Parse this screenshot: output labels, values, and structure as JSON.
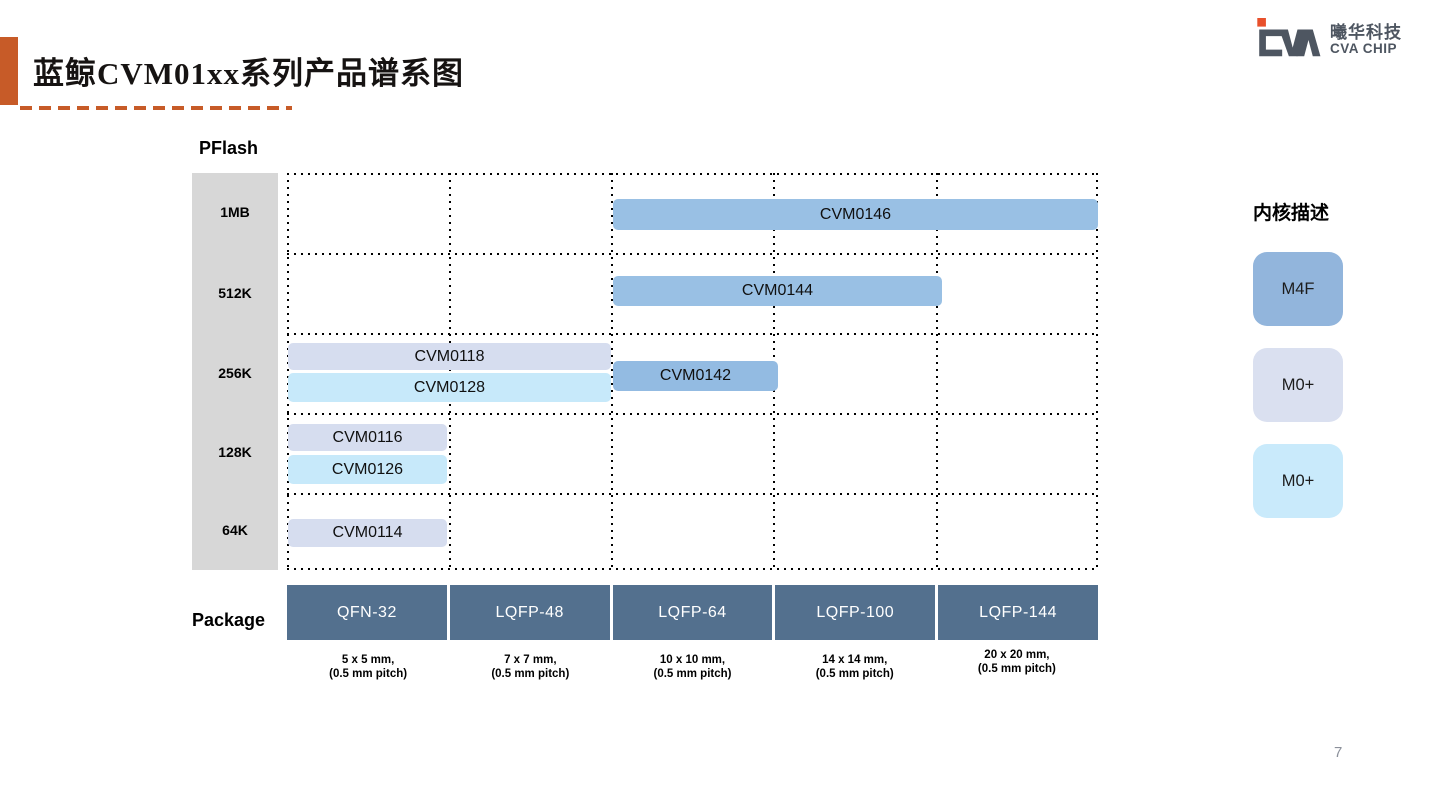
{
  "header": {
    "title": "蓝鲸CVM01xx系列产品谱系图",
    "logo_cn": "曦华科技",
    "logo_en": "CVA CHIP"
  },
  "axes": {
    "y_title": "PFlash",
    "x_title": "Package",
    "flash_levels": [
      "1MB",
      "512K",
      "256K",
      "128K",
      "64K"
    ]
  },
  "products": [
    {
      "name": "CVM0146",
      "core": "M4F",
      "flash": "1MB",
      "packages": [
        "LQFP-64",
        "LQFP-100",
        "LQFP-144"
      ],
      "color": "#99C0E4"
    },
    {
      "name": "CVM0144",
      "core": "M4F",
      "flash": "512K",
      "packages": [
        "LQFP-64",
        "LQFP-100"
      ],
      "color": "#99C0E4"
    },
    {
      "name": "CVM0118",
      "core": "M0+",
      "flash": "256K",
      "packages": [
        "QFN-32",
        "LQFP-48"
      ],
      "color": "#D6DDEF"
    },
    {
      "name": "CVM0128",
      "core": "M0+",
      "flash": "256K",
      "packages": [
        "QFN-32",
        "LQFP-48"
      ],
      "color": "#C7E9FA"
    },
    {
      "name": "CVM0142",
      "core": "M4F",
      "flash": "256K",
      "packages": [
        "LQFP-64"
      ],
      "color": "#93BBE2"
    },
    {
      "name": "CVM0116",
      "core": "M0+",
      "flash": "128K",
      "packages": [
        "QFN-32"
      ],
      "color": "#D6DDEF"
    },
    {
      "name": "CVM0126",
      "core": "M0+",
      "flash": "128K",
      "packages": [
        "QFN-32"
      ],
      "color": "#C7E9FA"
    },
    {
      "name": "CVM0114",
      "core": "M0+",
      "flash": "64K",
      "packages": [
        "QFN-32"
      ],
      "color": "#D6DDEF"
    }
  ],
  "packages": [
    {
      "name": "QFN-32",
      "size": "5 x 5 mm,",
      "pitch": "(0.5 mm pitch)"
    },
    {
      "name": "LQFP-48",
      "size": "7 x 7 mm,",
      "pitch": "(0.5 mm pitch)"
    },
    {
      "name": "LQFP-64",
      "size": "10 x 10 mm,",
      "pitch": "(0.5 mm pitch)"
    },
    {
      "name": "LQFP-100",
      "size": "14 x 14 mm,",
      "pitch": "(0.5 mm pitch)"
    },
    {
      "name": "LQFP-144",
      "size": "20 x 20 mm,",
      "pitch": "(0.5 mm pitch)"
    }
  ],
  "legend": {
    "title": "内核描述",
    "items": [
      {
        "label": "M4F",
        "color": "#92B5DC"
      },
      {
        "label": "M0+",
        "color": "#DAE0F0"
      },
      {
        "label": "M0+",
        "color": "#C9EAFB"
      }
    ]
  },
  "footer": {
    "page_number": "7"
  },
  "colors": {
    "accent_orange": "#C75B28",
    "package_slate": "#53708E",
    "flash_band_gray": "#D7D7D7"
  },
  "chart_data": {
    "type": "table",
    "title": "蓝鲸CVM01xx系列产品谱系图",
    "x_categories": [
      "QFN-32",
      "LQFP-48",
      "LQFP-64",
      "LQFP-100",
      "LQFP-144"
    ],
    "y_categories": [
      "1MB",
      "512K",
      "256K",
      "128K",
      "64K"
    ],
    "series": [
      {
        "name": "CVM0146",
        "core": "M4F",
        "y": "1MB",
        "x_span": [
          "LQFP-64",
          "LQFP-144"
        ]
      },
      {
        "name": "CVM0144",
        "core": "M4F",
        "y": "512K",
        "x_span": [
          "LQFP-64",
          "LQFP-100"
        ]
      },
      {
        "name": "CVM0118",
        "core": "M0+",
        "y": "256K",
        "x_span": [
          "QFN-32",
          "LQFP-48"
        ]
      },
      {
        "name": "CVM0128",
        "core": "M0+",
        "y": "256K",
        "x_span": [
          "QFN-32",
          "LQFP-48"
        ]
      },
      {
        "name": "CVM0142",
        "core": "M4F",
        "y": "256K",
        "x_span": [
          "LQFP-64",
          "LQFP-64"
        ]
      },
      {
        "name": "CVM0116",
        "core": "M0+",
        "y": "128K",
        "x_span": [
          "QFN-32",
          "QFN-32"
        ]
      },
      {
        "name": "CVM0126",
        "core": "M0+",
        "y": "128K",
        "x_span": [
          "QFN-32",
          "QFN-32"
        ]
      },
      {
        "name": "CVM0114",
        "core": "M0+",
        "y": "64K",
        "x_span": [
          "QFN-32",
          "QFN-32"
        ]
      }
    ]
  }
}
